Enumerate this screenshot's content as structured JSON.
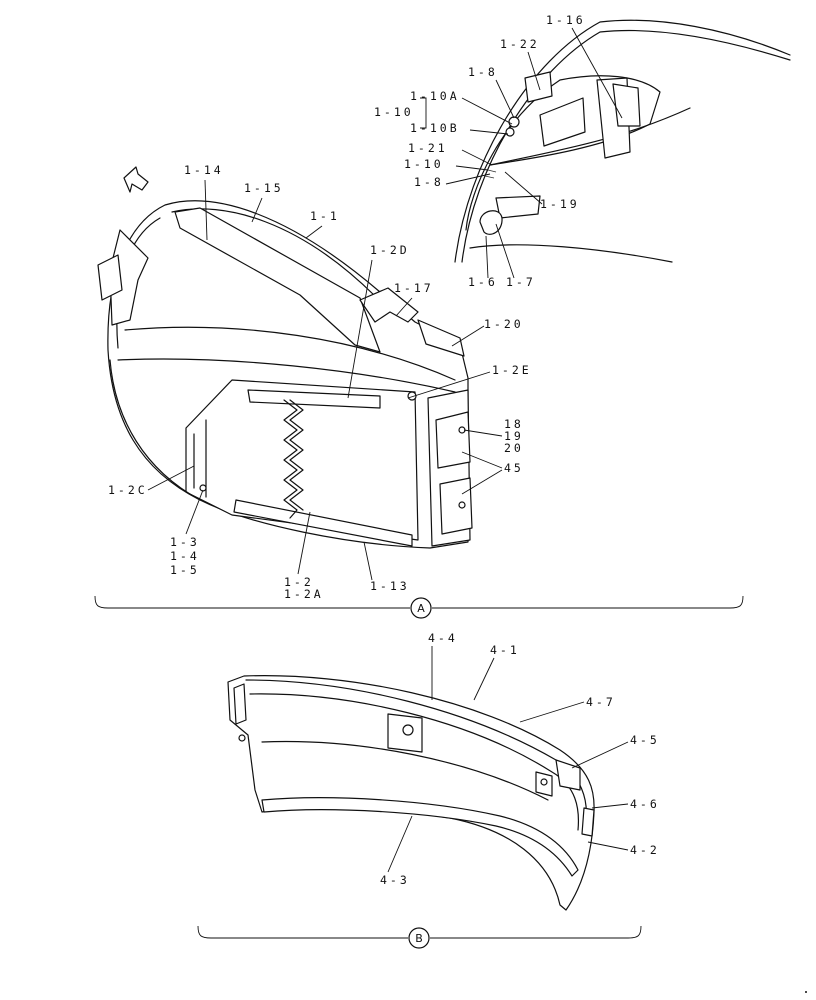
{
  "group_a": {
    "marker": "A",
    "labels": {
      "l_1_16": "1-16",
      "l_1_22": "1-22",
      "l_1_8a": "1-8",
      "l_1_10a": "1-10A",
      "l_1_10": "1-10",
      "l_1_10b": "1-10B",
      "l_1_21": "1-21",
      "l_1_10c": "1-10",
      "l_1_8b": "1-8",
      "l_1_19": "1-19",
      "l_1_6": "1-6",
      "l_1_7": "1-7",
      "l_1_14": "1-14",
      "l_1_15": "1-15",
      "l_1_1": "1-1",
      "l_1_2d": "1-2D",
      "l_1_17": "1-17",
      "l_1_20": "1-20",
      "l_1_2e": "1-2E",
      "l_18": "18",
      "l_19": "19",
      "l_20": "20",
      "l_45": "45",
      "l_1_2c": "1-2C",
      "l_1_3": "1-3",
      "l_1_4": "1-4",
      "l_1_5": "1-5",
      "l_1_2": "1-2",
      "l_1_2a": "1-2A",
      "l_1_13": "1-13"
    }
  },
  "group_b": {
    "marker": "B",
    "labels": {
      "l_4_4": "4-4",
      "l_4_1": "4-1",
      "l_4_7": "4-7",
      "l_4_5": "4-5",
      "l_4_6": "4-6",
      "l_4_2": "4-2",
      "l_4_3": "4-3"
    }
  },
  "icons": {
    "direction_arrow": "arrow-up-left-icon"
  }
}
